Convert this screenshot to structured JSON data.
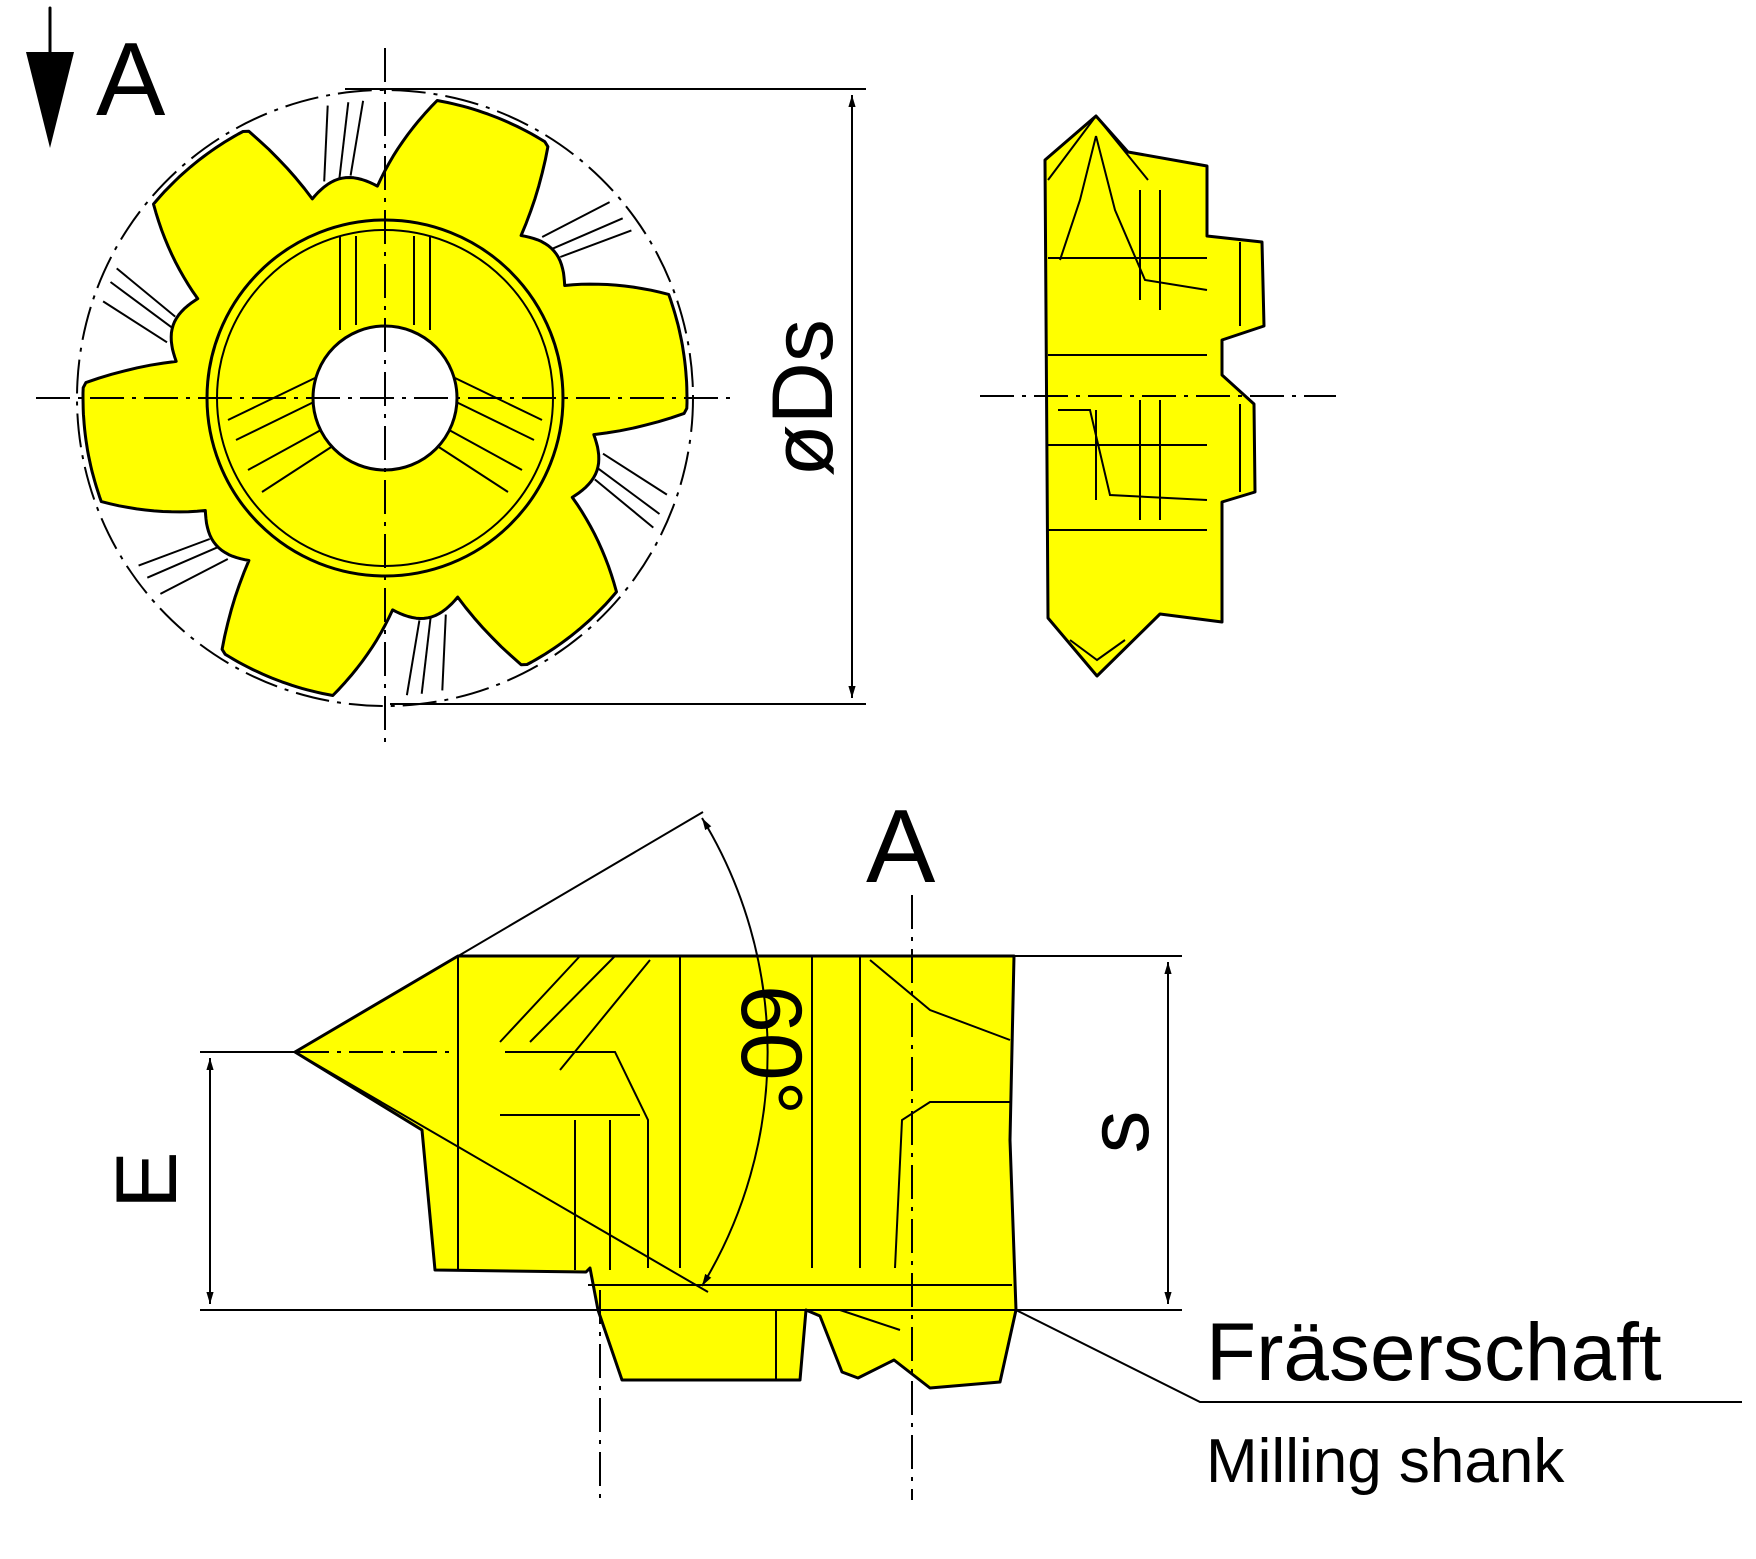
{
  "colors": {
    "insert": "#ffff00",
    "line": "#000000",
    "background": "#ffffff"
  },
  "labels": {
    "view_mark_top": "A",
    "view_mark_side": "A",
    "diameter": "øDs",
    "angle": "60°",
    "dim_s": "s",
    "dim_e": "E",
    "callout_de": "Fräserschaft",
    "callout_en": "Milling shank"
  }
}
